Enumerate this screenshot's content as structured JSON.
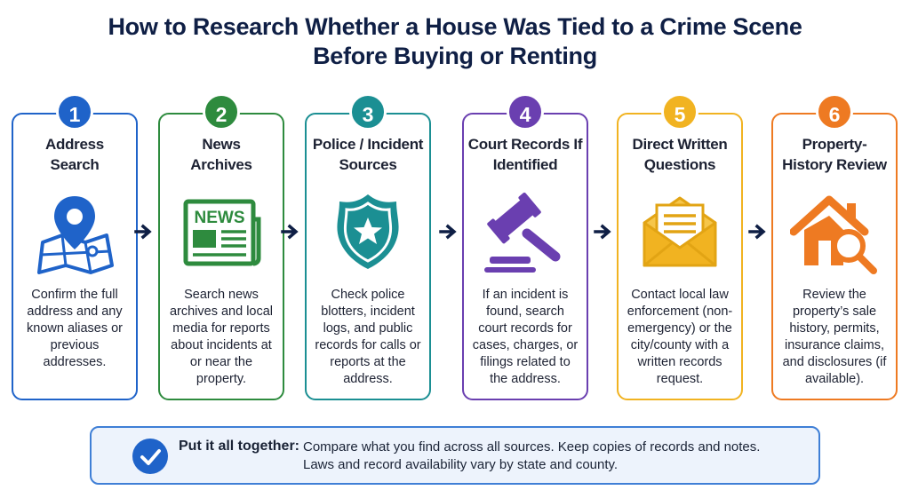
{
  "title": {
    "line1": "How to Research Whether a House Was Tied to a Crime Scene",
    "line2": "Before Buying or Renting"
  },
  "steps": [
    {
      "number": "1",
      "title": "Address Search",
      "icon": "map-pin-icon",
      "color": "#1f63c9",
      "description": "Confirm the full address and any known aliases or previous addresses."
    },
    {
      "number": "2",
      "title": "News Archives",
      "icon": "newspaper-icon",
      "color": "#2e8b3e",
      "icon_text": "NEWS",
      "description": "Search news archives and local media for reports about incidents at or near the property."
    },
    {
      "number": "3",
      "title": "Police / Incident Sources",
      "icon": "police-badge-icon",
      "color": "#1b8f93",
      "description": "Check police blotters, incident logs, and public records for calls or reports at the address."
    },
    {
      "number": "4",
      "title": "Court Records If Identified",
      "icon": "gavel-icon",
      "color": "#6a3fb0",
      "description": "If an incident is found, search court records for cases, charges, or filings related to the address."
    },
    {
      "number": "5",
      "title": "Direct Written Questions",
      "icon": "envelope-letter-icon",
      "color": "#f1b321",
      "description": "Contact local law enforcement (non-emergency) or the city/county with a written records request."
    },
    {
      "number": "6",
      "title": "Property-History Review",
      "icon": "house-magnifier-icon",
      "color": "#ee7a22",
      "description": "Review the property’s sale history, permits, insurance claims, and disclosures (if available)."
    }
  ],
  "summary": {
    "icon": "checkmark-icon",
    "label": "Put it all together:",
    "line1": "Compare what you find across all sources. Keep copies of records and notes.",
    "line2": "Laws and record availability vary by state and county."
  }
}
